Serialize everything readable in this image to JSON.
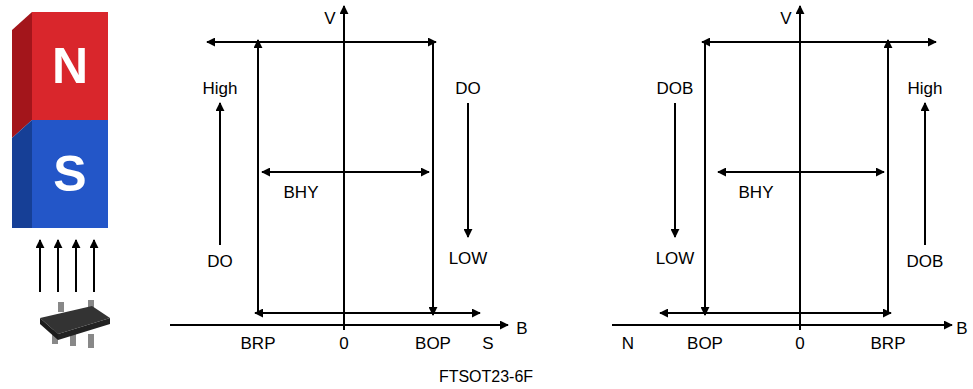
{
  "diagram": {
    "caption": "FTSOT23-6F",
    "labels": [
      "N",
      "S",
      "V",
      "High",
      "DO",
      "BHY",
      "DO",
      "LOW",
      "BRP",
      "0",
      "BOP",
      "S",
      "B",
      "V",
      "DOB",
      "High",
      "BHY",
      "LOW",
      "DOB",
      "N",
      "BOP",
      "0",
      "BRP",
      "B"
    ]
  }
}
